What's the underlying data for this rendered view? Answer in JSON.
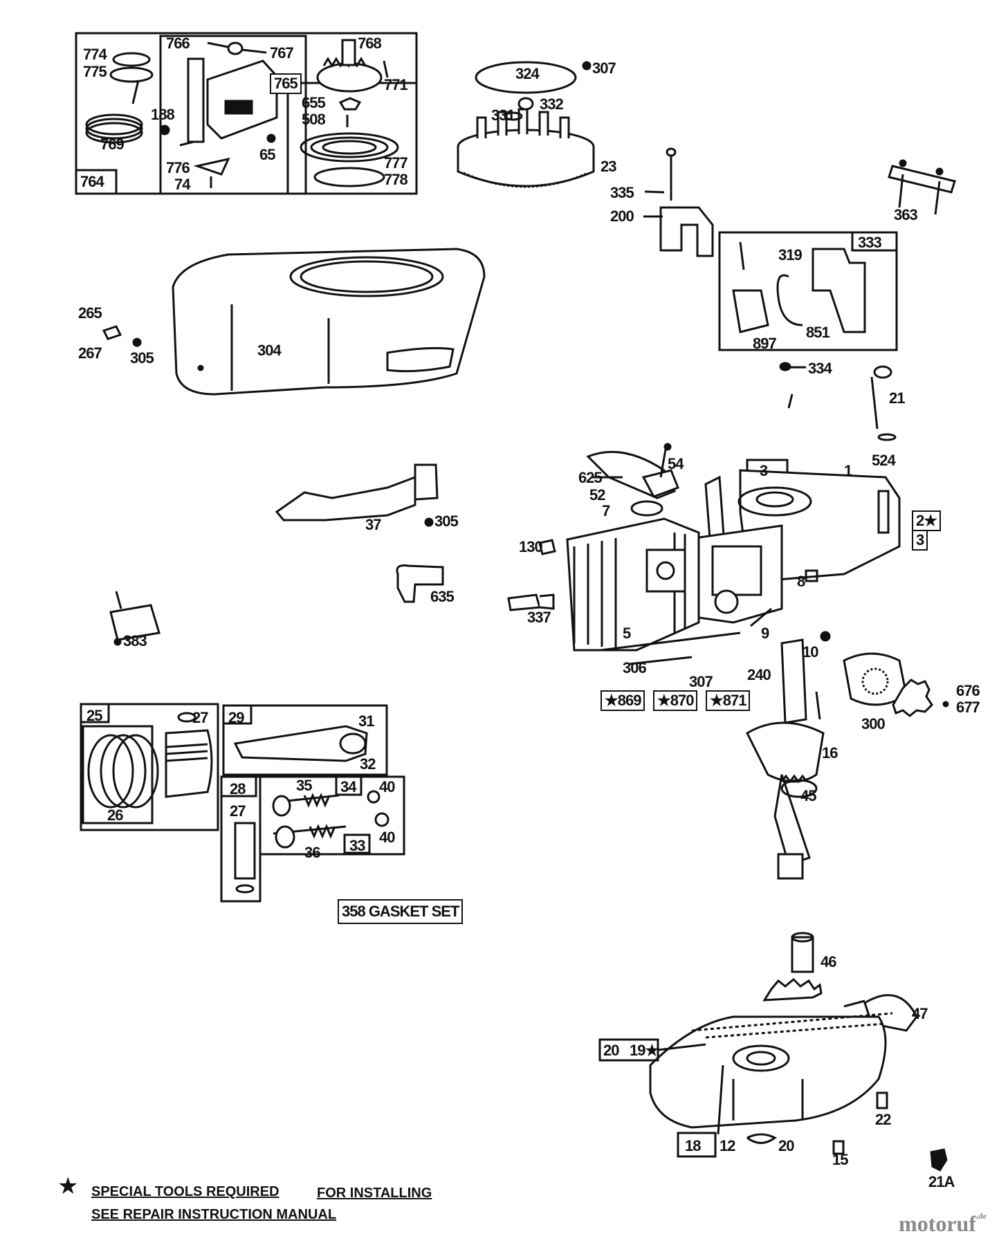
{
  "labels": {
    "l774": "774",
    "l775": "775",
    "l766": "766",
    "l767": "767",
    "l768": "768",
    "l765": "765",
    "l771": "771",
    "l655": "655",
    "l508": "508",
    "l188": "188",
    "l769": "769",
    "l776": "776",
    "l74": "74",
    "l65": "65",
    "l777": "777",
    "l778": "778",
    "l764": "764",
    "l324": "324",
    "l307a": "307",
    "l331": "331",
    "l332": "332",
    "l23": "23",
    "l335": "335",
    "l200": "200",
    "l363": "363",
    "l319": "319",
    "l333": "333",
    "l897": "897",
    "l851": "851",
    "l334": "334",
    "l265": "265",
    "l267": "267",
    "l305a": "305",
    "l304": "304",
    "l21": "21",
    "l524": "524",
    "l54": "54",
    "l625": "625",
    "l52": "52",
    "l7": "7",
    "l3a": "3",
    "l1": "1",
    "l2": "2",
    "l3b": "3",
    "l130": "130",
    "l8": "8",
    "l37": "37",
    "l305b": "305",
    "l635": "635",
    "l337": "337",
    "l383": "383",
    "l5": "5",
    "l9": "9",
    "l10": "10",
    "l306": "306",
    "l307b": "307",
    "l240": "240",
    "l869": "869",
    "l870": "870",
    "l871": "871",
    "l676": "676",
    "l677": "677",
    "l300": "300",
    "l16": "16",
    "l45": "45",
    "l25": "25",
    "l27a": "27",
    "l26": "26",
    "l29": "29",
    "l31": "31",
    "l32": "32",
    "l28": "28",
    "l27b": "27",
    "l35": "35",
    "l34": "34",
    "l40a": "40",
    "l40b": "40",
    "l36": "36",
    "l33": "33",
    "l46": "46",
    "l47": "47",
    "l20a": "20",
    "l19": "19",
    "l22": "22",
    "l18": "18",
    "l12": "12",
    "l20b": "20",
    "l15": "15",
    "l21a": "21A"
  },
  "gasket_set": "358 GASKET SET",
  "notes": {
    "special_tools": "SPECIAL TOOLS REQUIRED",
    "for_installing": "FOR INSTALLING",
    "see_manual": "SEE REPAIR INSTRUCTION MANUAL"
  },
  "watermark": "motoruf",
  "watermark_suffix": ".de",
  "icons": {
    "star": "star-icon"
  },
  "colors": {
    "ink": "#111111",
    "paper": "#ffffff",
    "watermark": "#8a8a8a"
  }
}
